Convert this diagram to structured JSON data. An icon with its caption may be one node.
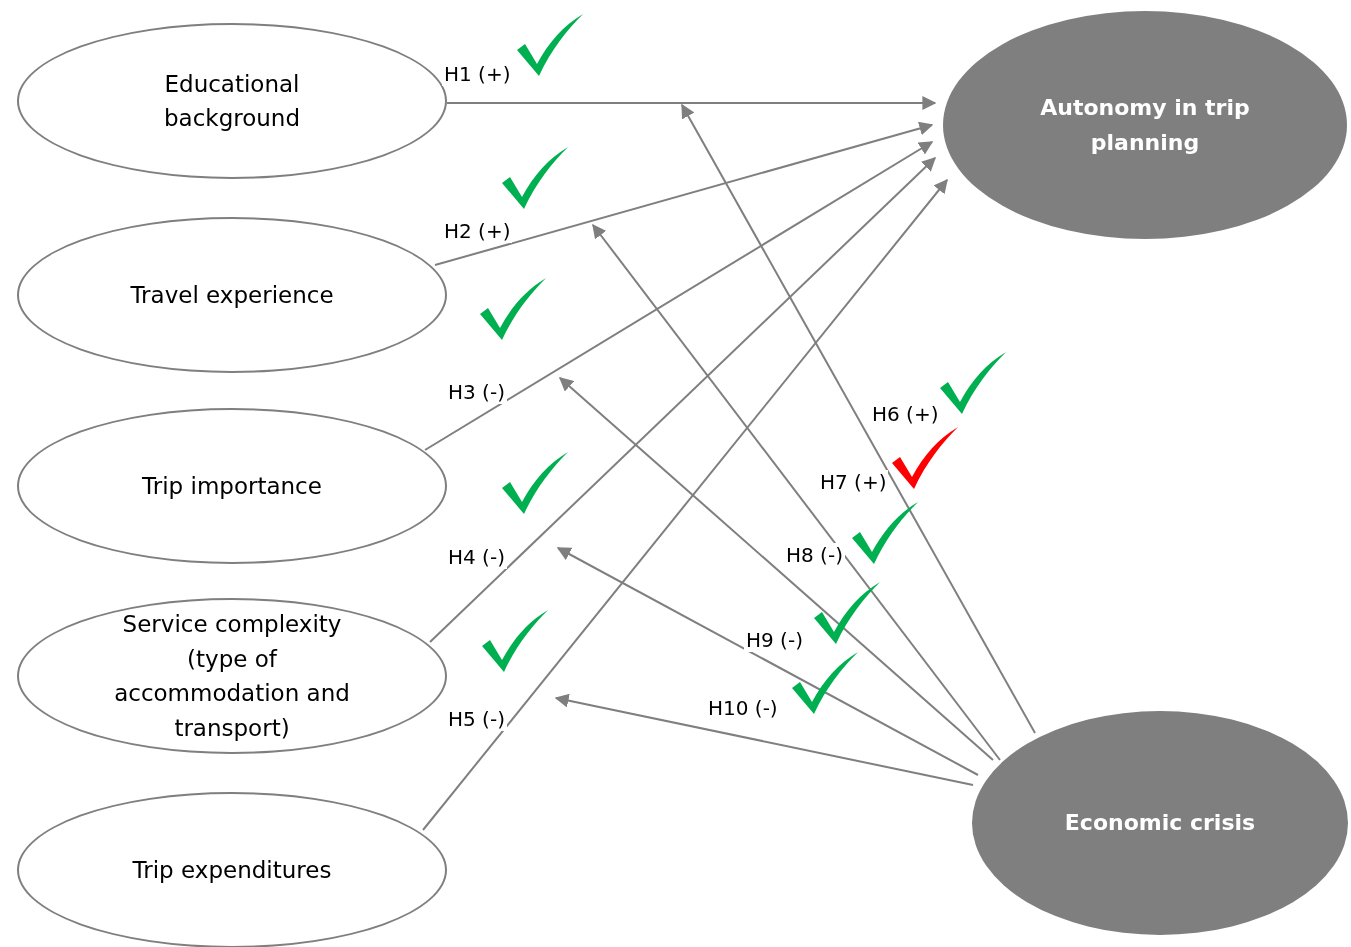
{
  "diagram": {
    "nodes": [
      {
        "text": [
          "Educational background"
        ]
      },
      {
        "text": [
          "Travel experience"
        ]
      },
      {
        "text": [
          "Trip importance"
        ]
      },
      {
        "text": [
          "Service complexity (type of accommodation and transport)"
        ]
      },
      {
        "text": [
          "Trip expenditures"
        ]
      },
      {
        "text": [
          "Autonomy in trip planning"
        ]
      },
      {
        "text": [
          "Economic crisis"
        ]
      }
    ],
    "edges": [
      {
        "from": 0,
        "to": 5,
        "arrow": "to",
        "label": "H1 (+)"
      },
      {
        "from": 1,
        "to": 5,
        "arrow": "to",
        "label": "H2 (+)"
      },
      {
        "from": 2,
        "to": 5,
        "arrow": "to",
        "label": "H3 (-)"
      },
      {
        "from": 3,
        "to": 5,
        "arrow": "to",
        "label": "H4 (-)"
      },
      {
        "from": 4,
        "to": 5,
        "arrow": "to",
        "label": "H5 (-)"
      },
      {
        "from": 6,
        "to": null,
        "arrow": "to",
        "label": "H6 (+)"
      },
      {
        "from": 6,
        "to": null,
        "arrow": "to",
        "label": "H7 (+)"
      },
      {
        "from": 6,
        "to": null,
        "arrow": "to",
        "label": "H8 (-)"
      },
      {
        "from": 6,
        "to": null,
        "arrow": "to",
        "label": "H9 (-)"
      },
      {
        "from": 6,
        "to": null,
        "arrow": "to",
        "label": "H10 (-)"
      }
    ]
  }
}
